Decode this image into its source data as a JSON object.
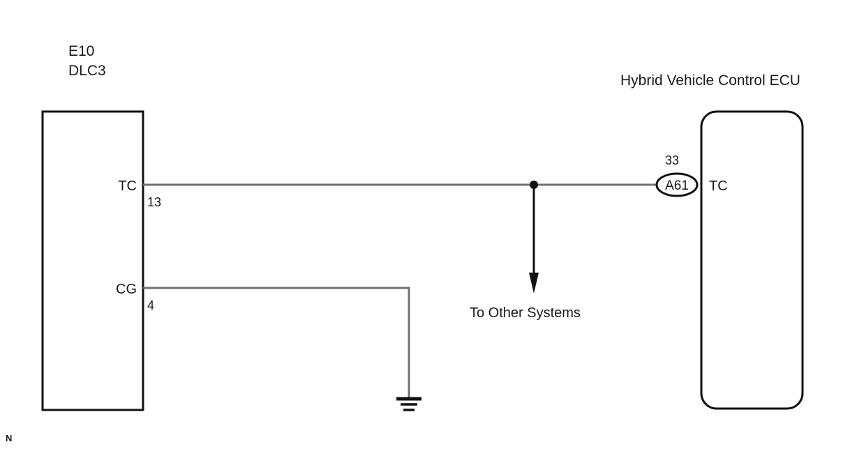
{
  "page": {
    "corner_mark": "N",
    "background_color": "#ffffff",
    "line_color": "#707070",
    "ink_color": "#111111"
  },
  "left_connector": {
    "code_label": "E10",
    "name_label": "DLC3",
    "shape": "rectangle",
    "pins": [
      {
        "signal": "TC",
        "number": "13"
      },
      {
        "signal": "CG",
        "number": "4"
      }
    ]
  },
  "right_module": {
    "title": "Hybrid Vehicle Control ECU",
    "shape": "rounded-rectangle",
    "pins": [
      {
        "number": "33",
        "connector_id": "A61",
        "signal": "TC"
      }
    ]
  },
  "branch": {
    "label": "To Other Systems",
    "has_junction_dot": true,
    "arrow_direction": "down"
  },
  "ground": {
    "symbol": "earth-ground",
    "bar_count": 3
  },
  "wires": [
    {
      "from": "DLC3.TC (13)",
      "to": "Hybrid Vehicle Control ECU A61 (33) TC",
      "style": "solid"
    },
    {
      "from": "DLC3.CG (4)",
      "to": "ground",
      "style": "solid"
    },
    {
      "from": "TC junction",
      "to": "To Other Systems",
      "style": "solid-arrow"
    }
  ]
}
